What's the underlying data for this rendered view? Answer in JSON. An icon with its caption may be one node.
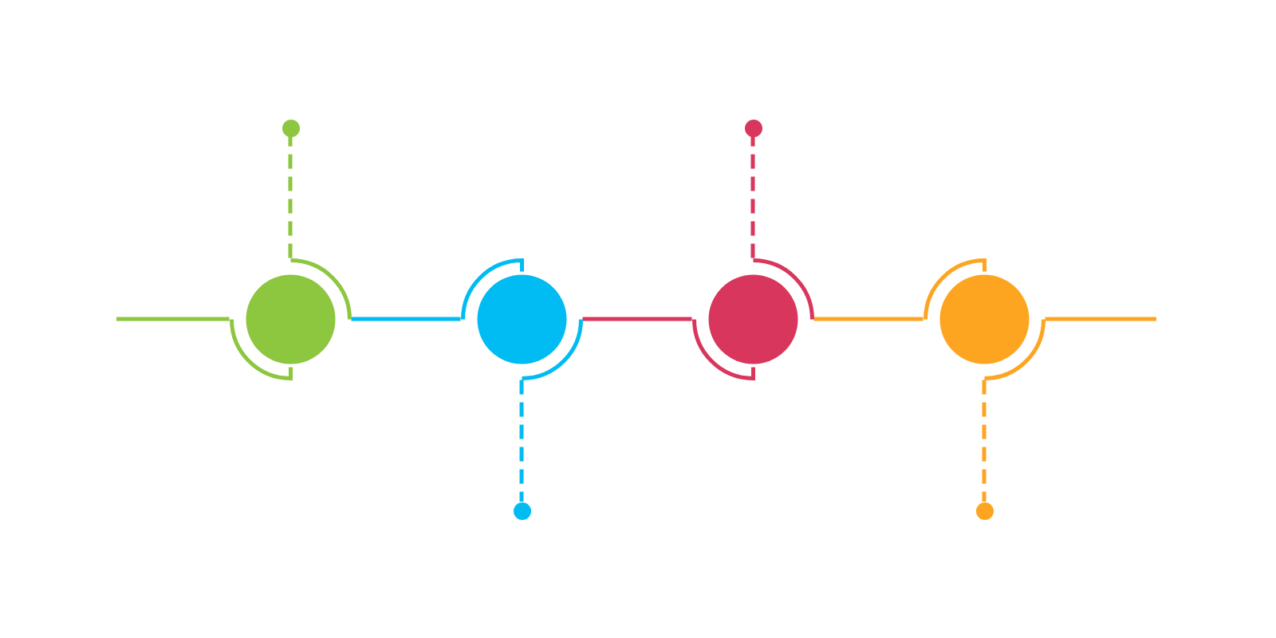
{
  "diagram": {
    "nodes": [
      {
        "text": [],
        "shape": "dot"
      },
      {
        "text": [],
        "shape": "circle"
      },
      {
        "text": [],
        "shape": "circle"
      },
      {
        "text": [],
        "shape": "dot"
      },
      {
        "text": [],
        "shape": "dot"
      },
      {
        "text": [],
        "shape": "circle"
      },
      {
        "text": [],
        "shape": "circle"
      },
      {
        "text": [],
        "shape": "dot"
      }
    ],
    "edges": [
      {
        "from": null,
        "to": 1,
        "arrow": "none",
        "color": "#8dc63f"
      },
      {
        "from": 1,
        "to": 0,
        "arrow": "none",
        "style": "dashed",
        "color": "#8dc63f"
      },
      {
        "from": 1,
        "to": 2,
        "arrow": "none",
        "color": "#00bcf2"
      },
      {
        "from": 2,
        "to": 3,
        "arrow": "none",
        "style": "dashed",
        "color": "#00bcf2"
      },
      {
        "from": 2,
        "to": 5,
        "arrow": "none",
        "color": "#d8365c"
      },
      {
        "from": 5,
        "to": 4,
        "arrow": "none",
        "style": "dashed",
        "color": "#d8365c"
      },
      {
        "from": 5,
        "to": 6,
        "arrow": "none",
        "color": "#fda521"
      },
      {
        "from": 6,
        "to": 7,
        "arrow": "none",
        "style": "dashed",
        "color": "#fda521"
      },
      {
        "from": 6,
        "to": null,
        "arrow": "none",
        "color": "#fda521"
      }
    ]
  }
}
